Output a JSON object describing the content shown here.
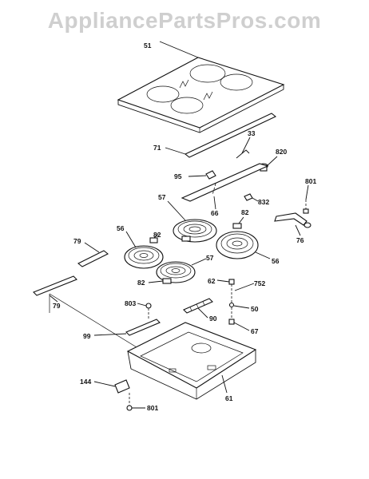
{
  "watermark": "AppliancePartsPros.com",
  "labels": {
    "p51": "51",
    "p71": "71",
    "p33": "33",
    "p820": "820",
    "p95": "95",
    "p801a": "801",
    "p57a": "57",
    "p66": "66",
    "p82a": "82",
    "p832": "832",
    "p56a": "56",
    "p82b": "82",
    "p76": "76",
    "p79a": "79",
    "p57b": "57",
    "p56b": "56",
    "p82c": "82",
    "p62": "62",
    "p752": "752",
    "p79b": "79",
    "p803": "803",
    "p50": "50",
    "p90": "90",
    "p99": "99",
    "p67": "67",
    "p144": "144",
    "p61": "61",
    "p801b": "801"
  }
}
